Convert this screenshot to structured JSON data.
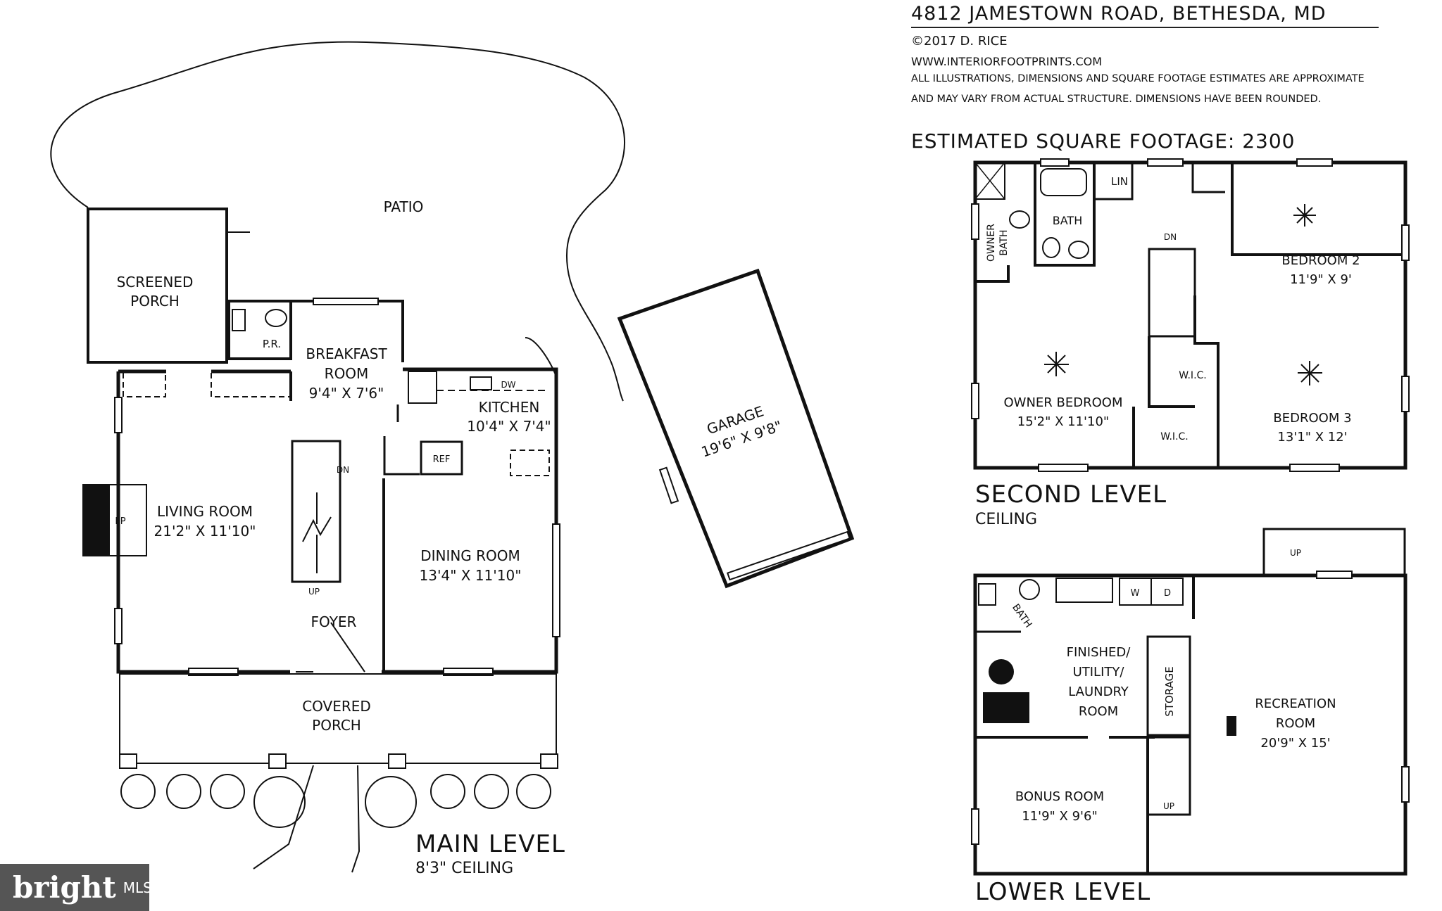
{
  "header": {
    "address": "4812 JAMESTOWN ROAD, BETHESDA, MD",
    "copyright": "©2017 D. RICE",
    "website": "WWW.INTERIORFOOTPRINTS.COM",
    "disclaimer_1": "ALL ILLUSTRATIONS, DIMENSIONS AND SQUARE FOOTAGE ESTIMATES ARE APPROXIMATE",
    "disclaimer_2": "AND MAY VARY FROM ACTUAL STRUCTURE. DIMENSIONS HAVE BEEN ROUNDED.",
    "sqft": "ESTIMATED SQUARE FOOTAGE: 2300"
  },
  "levels": {
    "main": {
      "title": "MAIN LEVEL",
      "ceiling": "8'3\" CEILING"
    },
    "second": {
      "title": "SECOND LEVEL",
      "ceiling": "CEILING"
    },
    "lower": {
      "title": "LOWER LEVEL"
    }
  },
  "main": {
    "patio": "PATIO",
    "screened_porch": [
      "SCREENED",
      "PORCH"
    ],
    "pr": "P.R.",
    "breakfast": [
      "BREAKFAST",
      "ROOM",
      "9'4\" X 7'6\""
    ],
    "kitchen": [
      "KITCHEN",
      "10'4\" X 7'4\""
    ],
    "dw": "DW",
    "ref": "REF",
    "living": [
      "LIVING ROOM",
      "21'2\" X 11'10\""
    ],
    "fp": "FP",
    "dn": "DN",
    "up": "UP",
    "dining": [
      "DINING ROOM",
      "13'4\" X 11'10\""
    ],
    "foyer": "FOYER",
    "covered_porch": [
      "COVERED",
      "PORCH"
    ],
    "garage": [
      "GARAGE",
      "19'6\" X 9'8\""
    ]
  },
  "second": {
    "lin": "LIN",
    "bath": "BATH",
    "owner_bath": [
      "OWNER",
      "BATH"
    ],
    "dn": "DN",
    "bedroom2": [
      "BEDROOM 2",
      "11'9\" X 9'"
    ],
    "owner_bedroom": [
      "OWNER BEDROOM",
      "15'2\" X 11'10\""
    ],
    "wic": "W.I.C.",
    "bedroom3": [
      "BEDROOM 3",
      "13'1\" X 12'"
    ]
  },
  "lower": {
    "bath": "BATH",
    "w": "W",
    "d": "D",
    "up": "UP",
    "finished": [
      "FINISHED/",
      "UTILITY/",
      "LAUNDRY",
      "ROOM"
    ],
    "storage": "STORAGE",
    "recreation": [
      "RECREATION",
      "ROOM",
      "20'9\" X 15'"
    ],
    "bonus": [
      "BONUS ROOM",
      "11'9\" X 9'6\""
    ]
  },
  "logo": {
    "brand": "bright",
    "suffix": "MLS"
  }
}
